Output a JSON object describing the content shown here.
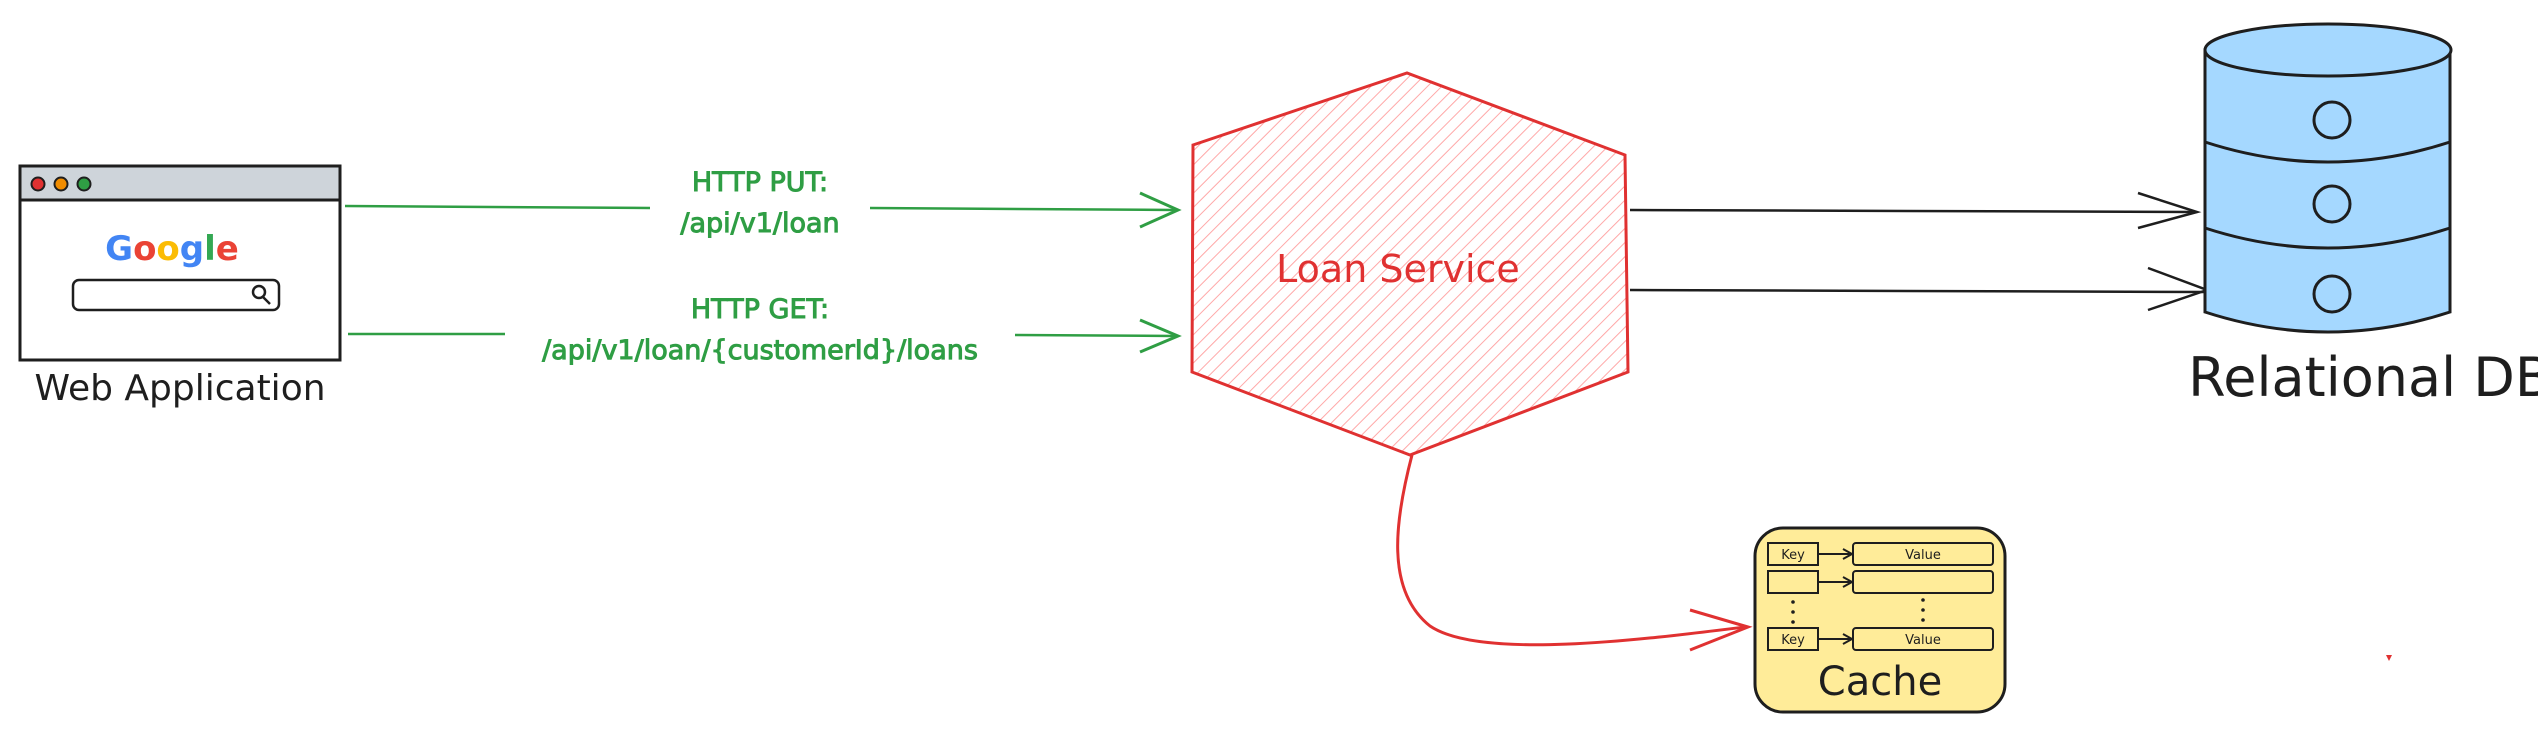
{
  "nodes": {
    "web_app": {
      "label": "Web Application",
      "browser_brand": [
        "G",
        "o",
        "o",
        "g",
        "l",
        "e"
      ],
      "brand_colors": [
        "#4285F4",
        "#EA4335",
        "#FBBC05",
        "#4285F4",
        "#34A853",
        "#EA4335"
      ],
      "traffic_lights": [
        "#e03131",
        "#f08c00",
        "#2f9e44"
      ]
    },
    "loan_service": {
      "label": "Loan Service",
      "color": "#e03131"
    },
    "relational_db": {
      "label": "Relational DB",
      "fill": "#a5d8ff"
    },
    "cache": {
      "label": "Cache",
      "fill": "#ffec99",
      "rows": [
        {
          "key": "Key",
          "value": "Value"
        },
        {
          "key": "",
          "value": ""
        },
        {
          "key": "Key",
          "value": "Value"
        }
      ]
    }
  },
  "edges": {
    "put": {
      "line1": "HTTP PUT:",
      "line2": "/api/v1/loan",
      "color": "#2f9e44"
    },
    "get": {
      "line1": "HTTP GET:",
      "line2": "/api/v1/loan/{customerId}/loans",
      "color": "#2f9e44"
    }
  }
}
